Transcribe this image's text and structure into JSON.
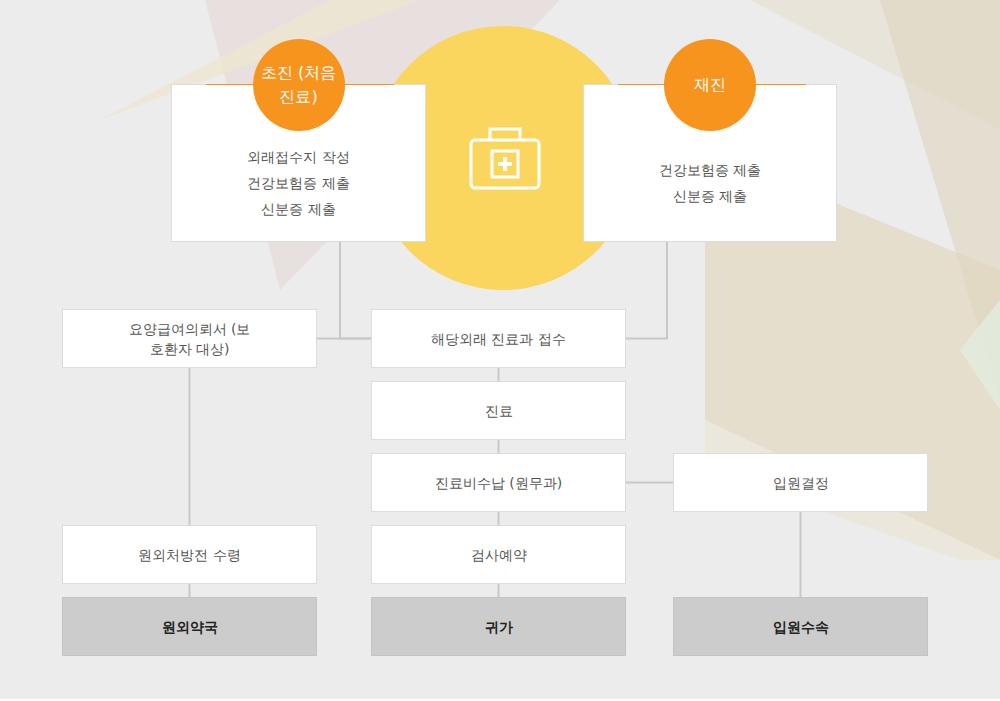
{
  "diagram": {
    "nodes": [
      {
        "text": [
          "초진 (처음진료)",
          "외래접수지 작성 건강보험증 제출 신분증 제출"
        ]
      },
      {
        "text": [
          "재진",
          "건강보험증 제출 신분증 제출"
        ]
      },
      {
        "text": [
          "요양급여의뢰서 (보호환자 대상)"
        ]
      },
      {
        "text": [
          "해당외래 진료과 접수"
        ]
      },
      {
        "text": [
          "진료"
        ]
      },
      {
        "text": [
          "진료비수납 (원무과)"
        ]
      },
      {
        "text": [
          "입원결정"
        ]
      },
      {
        "text": [
          "원외처방전 수령"
        ]
      },
      {
        "text": [
          "검사예약"
        ]
      },
      {
        "text": [
          "원외약국"
        ]
      },
      {
        "text": [
          "귀가"
        ]
      },
      {
        "text": [
          "입원수속"
        ]
      }
    ],
    "edges": [
      {
        "from": 0,
        "to": 3,
        "arrow": "none"
      },
      {
        "from": 2,
        "to": 3,
        "arrow": "none"
      },
      {
        "from": 1,
        "to": 3,
        "arrow": "none"
      },
      {
        "from": 2,
        "to": 7,
        "arrow": "none"
      },
      {
        "from": 3,
        "to": 4,
        "arrow": "none"
      },
      {
        "from": 4,
        "to": 5,
        "arrow": "none"
      },
      {
        "from": 5,
        "to": 8,
        "arrow": "none"
      },
      {
        "from": 8,
        "to": 10,
        "arrow": "none"
      },
      {
        "from": 5,
        "to": 6,
        "arrow": "none"
      },
      {
        "from": 6,
        "to": 11,
        "arrow": "none"
      },
      {
        "from": 7,
        "to": 9,
        "arrow": "none"
      }
    ]
  }
}
